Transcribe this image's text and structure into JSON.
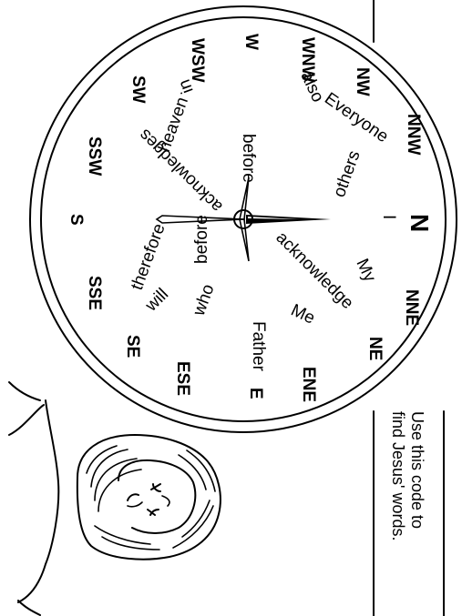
{
  "instruction": {
    "line1": "Use this code to",
    "line2": "find Jesus' words."
  },
  "compass": {
    "directions": {
      "N": "N",
      "NNE": "NNE",
      "NE": "NE",
      "ENE": "ENE",
      "E": "E",
      "ESE": "ESE",
      "SE": "SE",
      "SSE": "SSE",
      "S": "S",
      "SSW": "SSW",
      "SW": "SW",
      "WSW": "WSW",
      "W": "W",
      "WNW": "WNW",
      "NW": "NW",
      "NNW": "NNW"
    },
    "words": {
      "N": "I",
      "NNE": "My",
      "NE": "acknowledge",
      "ENE": "Me",
      "E": "Father",
      "ESE": "who",
      "SE": "will",
      "SSE": "therefore",
      "S": "before",
      "SSW": "heaven",
      "SW": "acknowledges",
      "WSW": "in",
      "W": "before",
      "WNW": "also",
      "NW": "Everyone",
      "NNW": "others"
    }
  },
  "illustration": {
    "subject": "Jesus face sketch"
  }
}
